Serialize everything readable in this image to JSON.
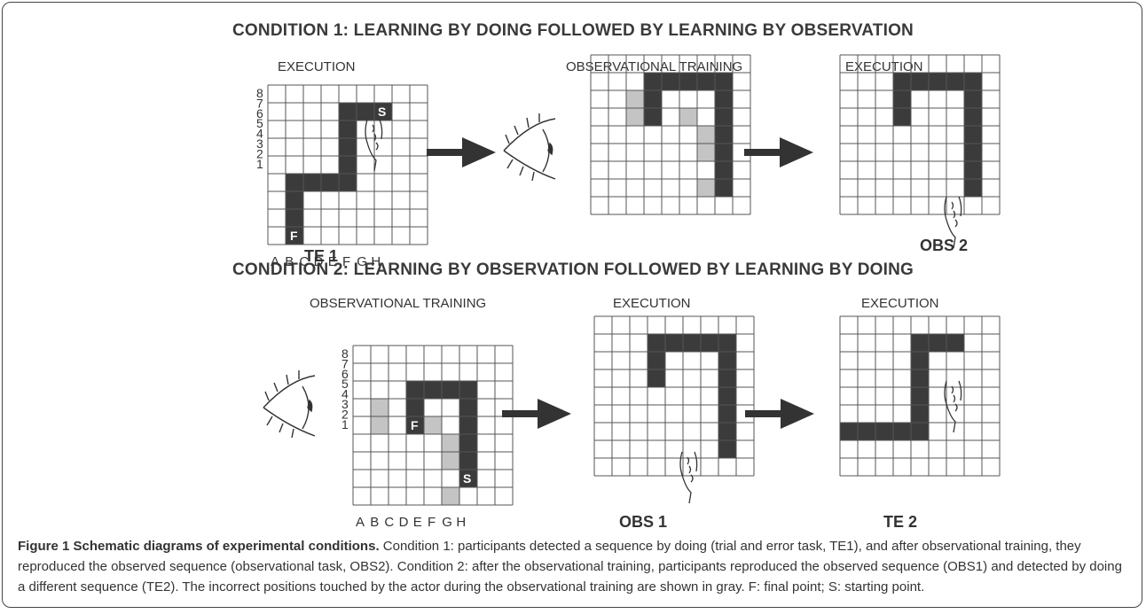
{
  "condition1": {
    "title": "CONDITION 1: LEARNING BY DOING FOLLOWED BY LEARNING BY OBSERVATION",
    "panels": [
      {
        "label": "EXECUTION",
        "id": "TE 1",
        "marker_start": "S",
        "marker_final": "F",
        "path": [
          [
            2,
            1
          ],
          [
            2,
            2
          ],
          [
            2,
            3
          ],
          [
            2,
            4
          ],
          [
            3,
            4
          ],
          [
            4,
            4
          ],
          [
            5,
            4
          ],
          [
            5,
            5
          ],
          [
            5,
            6
          ],
          [
            5,
            7
          ],
          [
            5,
            8
          ],
          [
            6,
            8
          ],
          [
            7,
            8
          ]
        ],
        "gray": [],
        "start": [
          7,
          8
        ],
        "final": [
          2,
          1
        ],
        "show_axes": true,
        "hand": "top"
      },
      {
        "label": "OBSERVATIONAL TRAINING",
        "id": "",
        "path": [
          [
            4,
            6
          ],
          [
            4,
            7
          ],
          [
            4,
            8
          ],
          [
            5,
            8
          ],
          [
            6,
            8
          ],
          [
            7,
            8
          ],
          [
            8,
            8
          ],
          [
            8,
            7
          ],
          [
            8,
            6
          ],
          [
            8,
            5
          ],
          [
            8,
            4
          ],
          [
            8,
            3
          ],
          [
            8,
            2
          ]
        ],
        "gray": [
          [
            3,
            7
          ],
          [
            3,
            6
          ],
          [
            6,
            6
          ],
          [
            7,
            5
          ],
          [
            7,
            4
          ],
          [
            7,
            2
          ]
        ],
        "show_axes": false,
        "hand": "none"
      },
      {
        "label": "EXECUTION",
        "id": "OBS 2",
        "path": [
          [
            4,
            6
          ],
          [
            4,
            7
          ],
          [
            4,
            8
          ],
          [
            5,
            8
          ],
          [
            6,
            8
          ],
          [
            7,
            8
          ],
          [
            8,
            8
          ],
          [
            8,
            7
          ],
          [
            8,
            6
          ],
          [
            8,
            5
          ],
          [
            8,
            4
          ],
          [
            8,
            3
          ],
          [
            8,
            2
          ]
        ],
        "gray": [],
        "show_axes": false,
        "hand": "bottom"
      }
    ]
  },
  "condition2": {
    "title": "CONDITION 2: LEARNING BY OBSERVATION FOLLOWED BY LEARNING BY DOING",
    "panels": [
      {
        "label": "OBSERVATIONAL TRAINING",
        "id": "",
        "marker_start": "S",
        "marker_final": "F",
        "path": [
          [
            4,
            5
          ],
          [
            4,
            6
          ],
          [
            4,
            7
          ],
          [
            5,
            7
          ],
          [
            6,
            7
          ],
          [
            7,
            7
          ],
          [
            7,
            6
          ],
          [
            7,
            5
          ],
          [
            7,
            4
          ],
          [
            7,
            3
          ],
          [
            7,
            2
          ]
        ],
        "gray": [
          [
            2,
            6
          ],
          [
            2,
            5
          ],
          [
            5,
            5
          ],
          [
            6,
            4
          ],
          [
            6,
            3
          ],
          [
            6,
            1
          ]
        ],
        "start": [
          7,
          2
        ],
        "final": [
          4,
          5
        ],
        "show_axes": true,
        "hand": "none"
      },
      {
        "label": "EXECUTION",
        "id": "OBS 1",
        "path": [
          [
            4,
            6
          ],
          [
            4,
            7
          ],
          [
            4,
            8
          ],
          [
            5,
            8
          ],
          [
            6,
            8
          ],
          [
            7,
            8
          ],
          [
            8,
            8
          ],
          [
            8,
            7
          ],
          [
            8,
            6
          ],
          [
            8,
            5
          ],
          [
            8,
            4
          ],
          [
            8,
            3
          ],
          [
            8,
            2
          ]
        ],
        "gray": [],
        "show_axes": false,
        "hand": "bottom"
      },
      {
        "label": "EXECUTION",
        "id": "TE 2",
        "path": [
          [
            1,
            3
          ],
          [
            2,
            3
          ],
          [
            3,
            3
          ],
          [
            4,
            3
          ],
          [
            5,
            3
          ],
          [
            5,
            4
          ],
          [
            5,
            5
          ],
          [
            5,
            6
          ],
          [
            5,
            7
          ],
          [
            5,
            8
          ],
          [
            6,
            8
          ],
          [
            7,
            8
          ]
        ],
        "gray": [],
        "show_axes": false,
        "hand": "top"
      }
    ]
  },
  "axes": {
    "columns": [
      "A",
      "B",
      "C",
      "D",
      "E",
      "F",
      "G",
      "H"
    ],
    "rows": [
      "8",
      "7",
      "6",
      "5",
      "4",
      "3",
      "2",
      "1"
    ]
  },
  "colors": {
    "path": "#3b3b3b",
    "gray": "#c4c4c4",
    "grid": "#555555",
    "arrow": "#333333"
  },
  "caption": {
    "heading": "Figure 1 Schematic diagrams of experimental conditions.",
    "text": " Condition 1: participants detected a sequence by doing (trial and error task, TE1), and after observational training, they reproduced the observed sequence (observational task, OBS2). Condition 2: after the observational training, participants reproduced the observed sequence (OBS1) and detected by doing a different sequence (TE2). The incorrect positions touched by the actor during the observational training are shown in gray. F: final point; S: starting point."
  }
}
